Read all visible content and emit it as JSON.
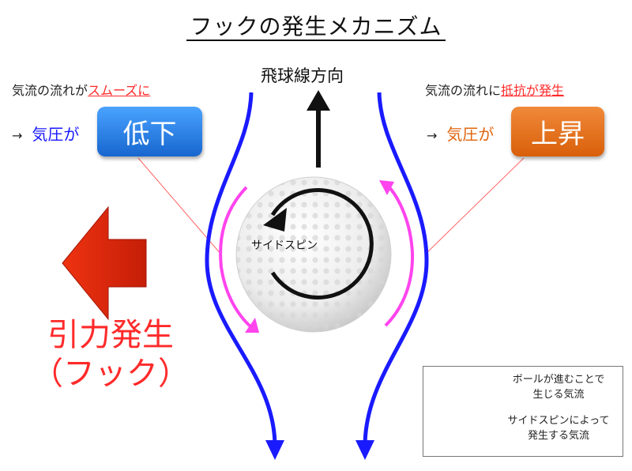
{
  "title": "フックの発生メカニズム",
  "flight_direction": "飛球線方向",
  "left_note": {
    "prefix": "気流の流れが",
    "highlight": "スムーズに"
  },
  "left_pressure": {
    "arrow": "→",
    "label": "気圧が",
    "badge": "低下"
  },
  "right_note": {
    "prefix": "気流の流れに",
    "highlight": "抵抗が発生"
  },
  "right_pressure": {
    "arrow": "→",
    "label": "気圧が",
    "badge": "上昇"
  },
  "spin_label": "サイドスピン",
  "force": {
    "line1": "引力発生",
    "line2": "（フック）"
  },
  "legend": {
    "items": [
      {
        "line1": "ボールが進むことで",
        "line2": "生じる気流",
        "color": "#1a1aff"
      },
      {
        "line1": "サイドスピンによって",
        "line2": "発生する気流",
        "color": "#ff44ee"
      }
    ]
  },
  "colors": {
    "airflow": "#1a1aff",
    "spin_airflow": "#ff44ee",
    "low_pressure": "#1766cf",
    "high_pressure": "#d95f0a",
    "force": "#ff2a2a"
  }
}
